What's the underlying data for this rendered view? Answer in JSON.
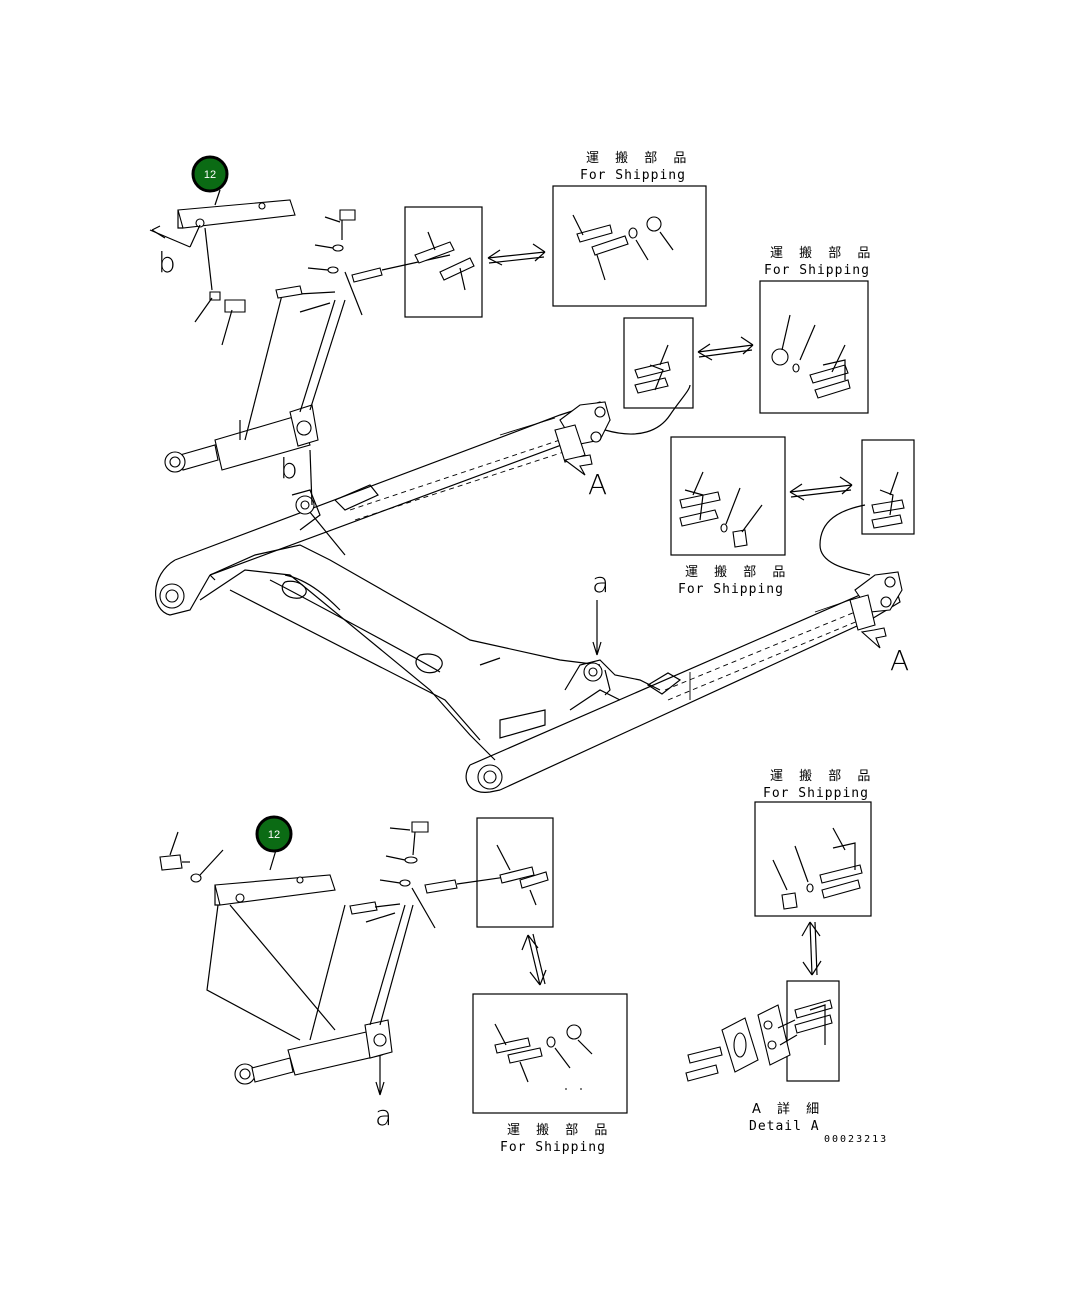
{
  "shipping_label_jp": "運 搬 部 品",
  "shipping_label_en": "For Shipping",
  "callouts": [
    "12",
    "12"
  ],
  "view_labels": {
    "a": "a",
    "b": "b",
    "A": "A"
  },
  "detail_jp": "A 詳 細",
  "detail_en": "Detail A",
  "drawing_number": "00023213"
}
